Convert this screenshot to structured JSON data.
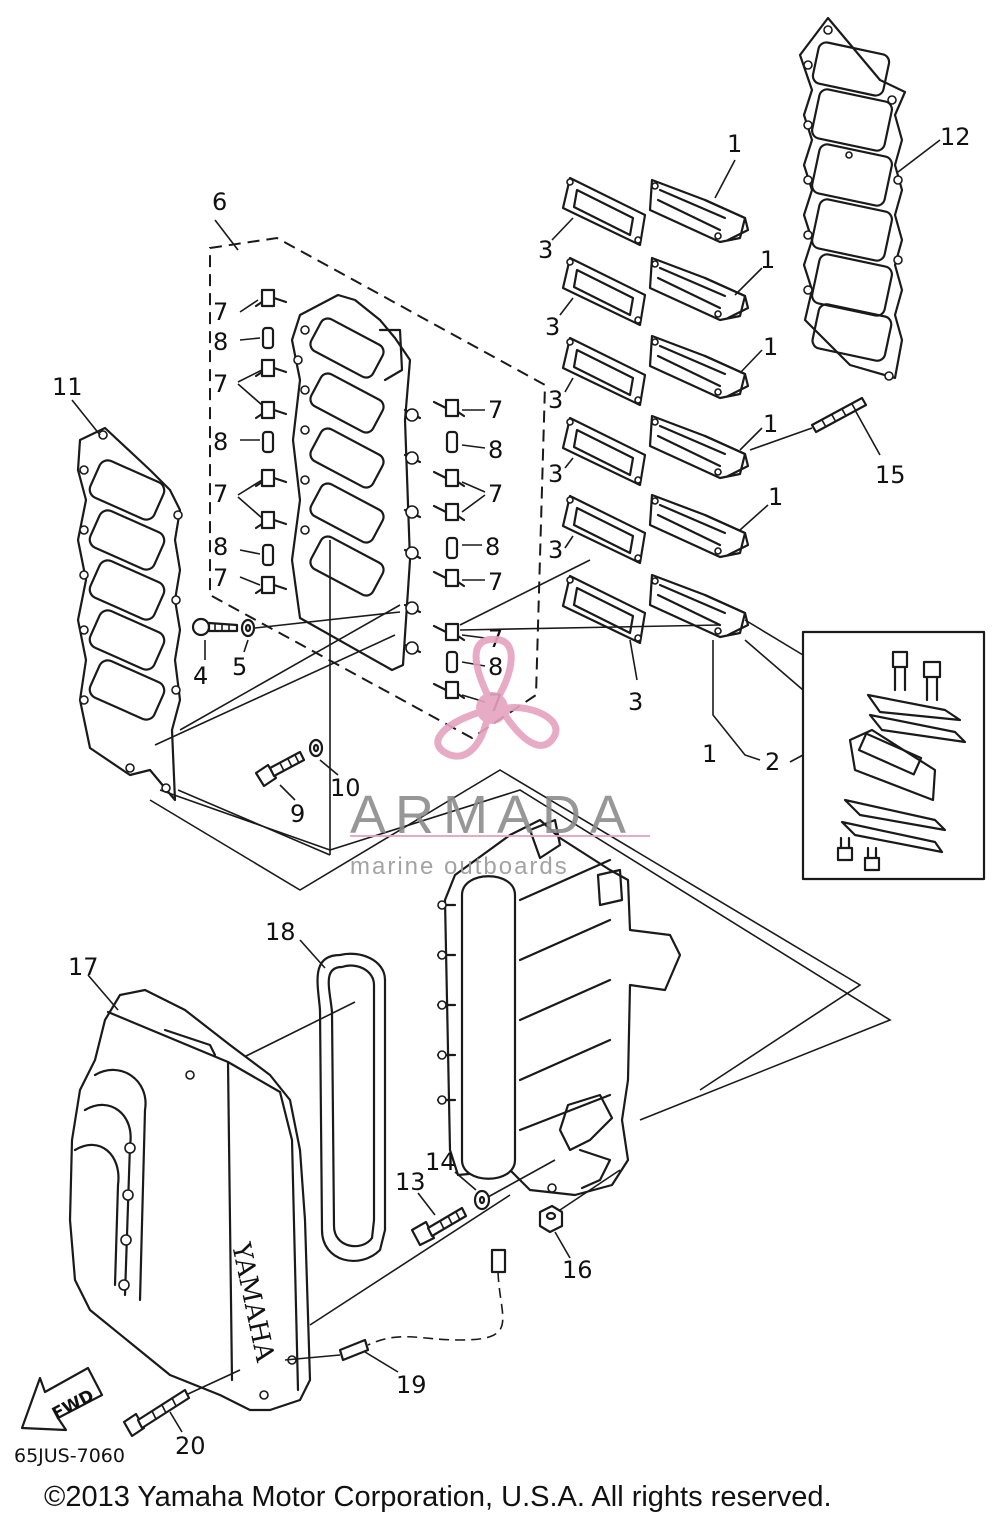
{
  "callouts": {
    "c1a": "1",
    "c1b": "1",
    "c1c": "1",
    "c1d": "1",
    "c1e": "1",
    "c1f": "1",
    "c2": "2",
    "c3a": "3",
    "c3b": "3",
    "c3c": "3",
    "c3d": "3",
    "c3e": "3",
    "c3f": "3",
    "c4": "4",
    "c5": "5",
    "c6": "6",
    "c7a": "7",
    "c7b": "7",
    "c7c": "7",
    "c7d": "7",
    "c7e": "7",
    "c7f": "7",
    "c7g": "7",
    "c7h": "7",
    "c7i": "7",
    "c8a": "8",
    "c8b": "8",
    "c8c": "8",
    "c8d": "8",
    "c8e": "8",
    "c8f": "8",
    "c9": "9",
    "c10": "10",
    "c11": "11",
    "c12": "12",
    "c13": "13",
    "c14": "14",
    "c15": "15",
    "c16": "16",
    "c17": "17",
    "c18": "18",
    "c19": "19",
    "c20": "20"
  },
  "watermark": {
    "brand": "ARMADA",
    "tagline": "marine outboards",
    "accent_color": "#e6a3bf"
  },
  "cover_label": "YAMAHA",
  "fwd_label": "FWD",
  "diagram_code": "65JUS-7060",
  "copyright": "©2013 Yamaha Motor Corporation, U.S.A. All rights reserved."
}
